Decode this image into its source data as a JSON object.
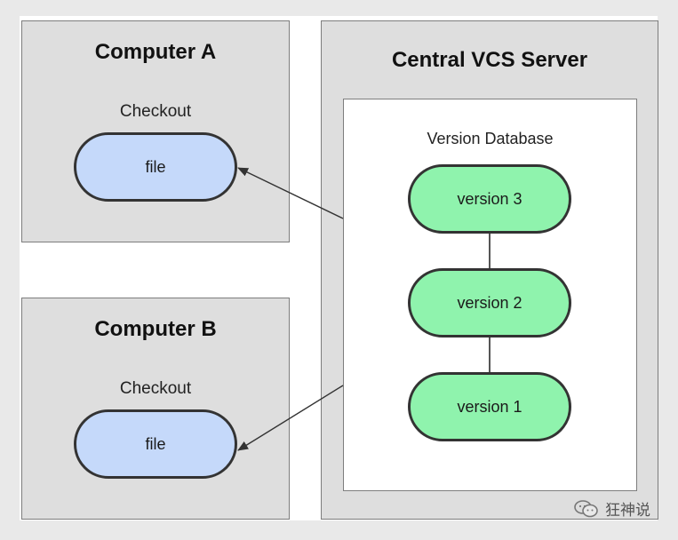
{
  "computer_a": {
    "title": "Computer A",
    "checkout_label": "Checkout",
    "file_label": "file"
  },
  "computer_b": {
    "title": "Computer B",
    "checkout_label": "Checkout",
    "file_label": "file"
  },
  "server": {
    "title": "Central VCS Server",
    "database_label": "Version Database",
    "versions": [
      "version 3",
      "version 2",
      "version 1"
    ]
  },
  "watermark": {
    "text": "狂神说",
    "icon": "wechat-icon"
  },
  "colors": {
    "box_fill": "#dedede",
    "file_fill": "#c5d9fa",
    "version_fill": "#8ff3ad",
    "outline": "#333333"
  }
}
